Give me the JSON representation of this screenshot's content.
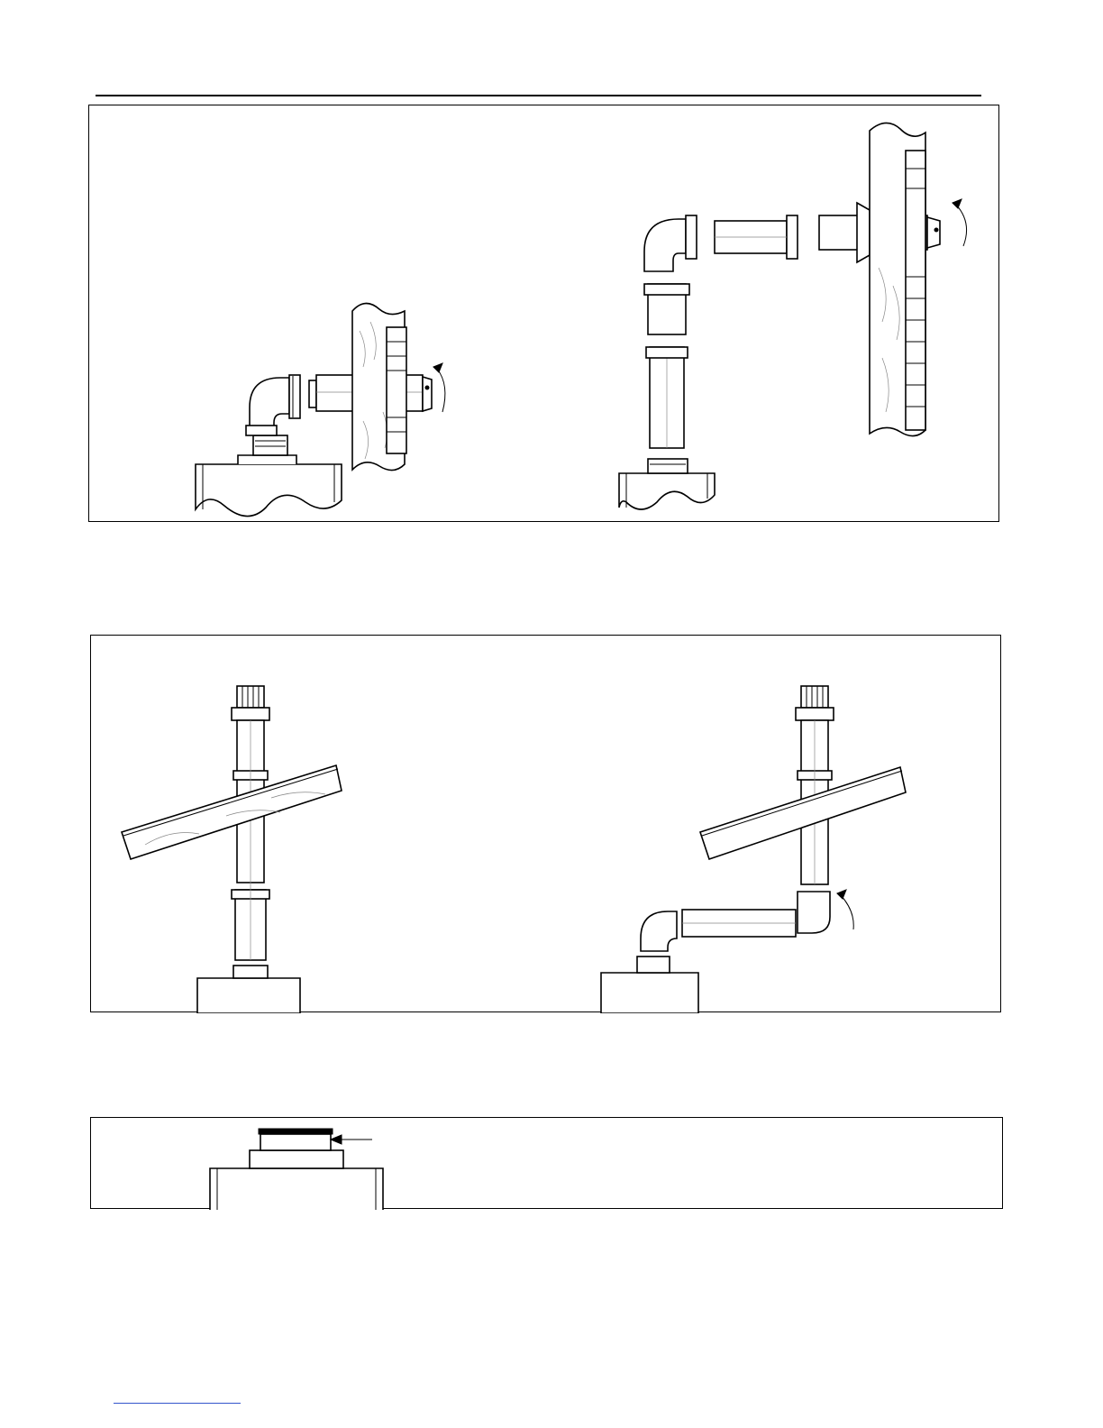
{
  "page": {
    "figures": [
      {
        "id": "fig-horizontal-wall-termination",
        "views": [
          "direct-wall-terminal",
          "extended-wall-terminal"
        ]
      },
      {
        "id": "fig-vertical-roof-termination",
        "views": [
          "straight-vertical",
          "offset-vertical"
        ]
      },
      {
        "id": "fig-flue-adaptor-seal",
        "views": [
          "adaptor-with-arrow"
        ]
      }
    ],
    "colors": {
      "line": "#000000",
      "paper": "#ffffff",
      "link": "#3355cc"
    }
  }
}
